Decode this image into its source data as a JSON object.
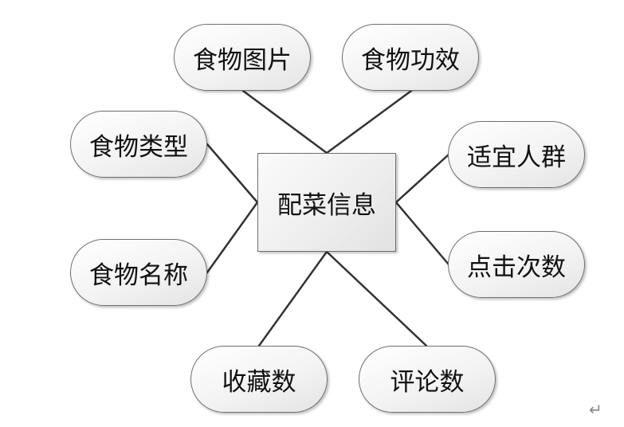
{
  "center": {
    "label": "配菜信息"
  },
  "attributes": {
    "image": "食物图片",
    "effect": "食物功效",
    "type": "食物类型",
    "suitable": "适宜人群",
    "name": "食物名称",
    "clicks": "点击次数",
    "favorites": "收藏数",
    "comments": "评论数"
  },
  "colors": {
    "line": "#333333",
    "border": "#6f6f6f"
  },
  "return_mark_icon": "paragraph-return-icon"
}
